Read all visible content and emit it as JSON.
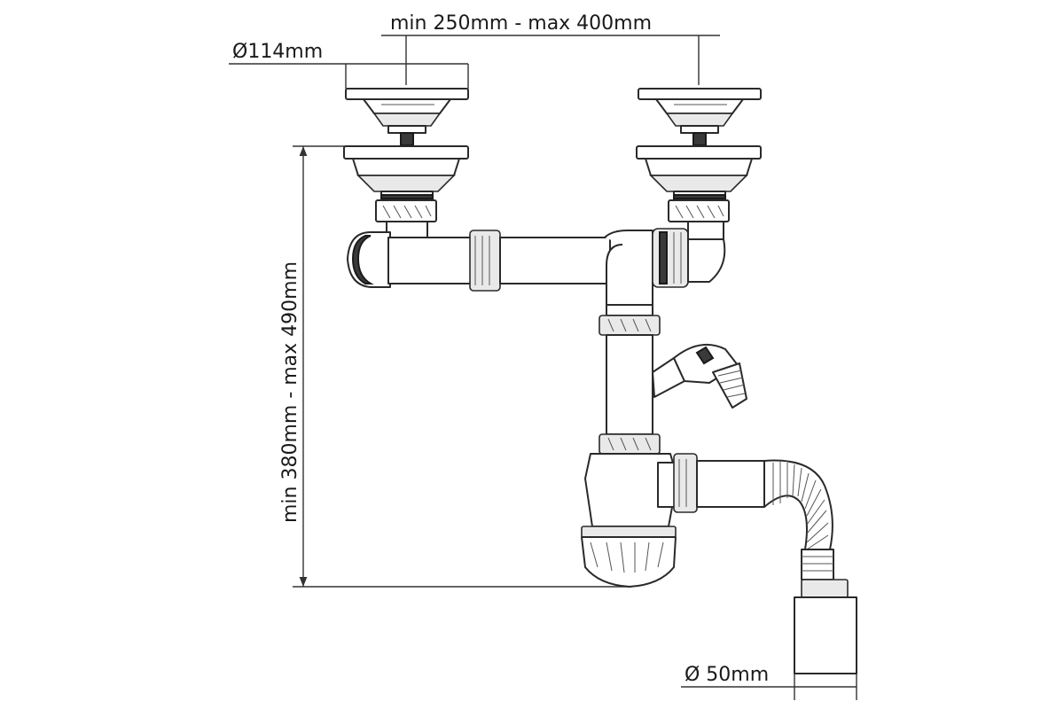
{
  "dimensions": {
    "sink_spacing": "min 250mm - max 400mm",
    "strainer_diameter": "Ø114mm",
    "height_range": "min 380mm - max 490mm",
    "outlet_diameter": "Ø 50mm"
  }
}
